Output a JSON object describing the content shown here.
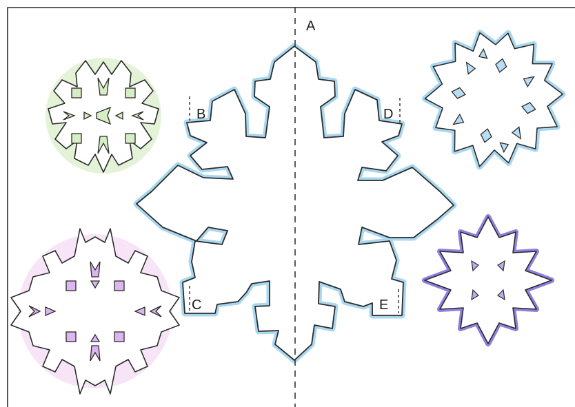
{
  "labels": {
    "a": "A",
    "b": "B",
    "c": "C",
    "d": "D",
    "e": "E"
  },
  "colors": {
    "outline": "#2a2a2a",
    "blue_glow": "#a9d7f0",
    "green_glow": "#dcefc9",
    "pink_glow": "#eec9ee",
    "purple_glow": "#8e7fe0",
    "blue_fill": "#b9ddf3",
    "green_fill": "#d6eec4",
    "pink_fill": "#dcb6ee",
    "fold_line": "#333333"
  }
}
